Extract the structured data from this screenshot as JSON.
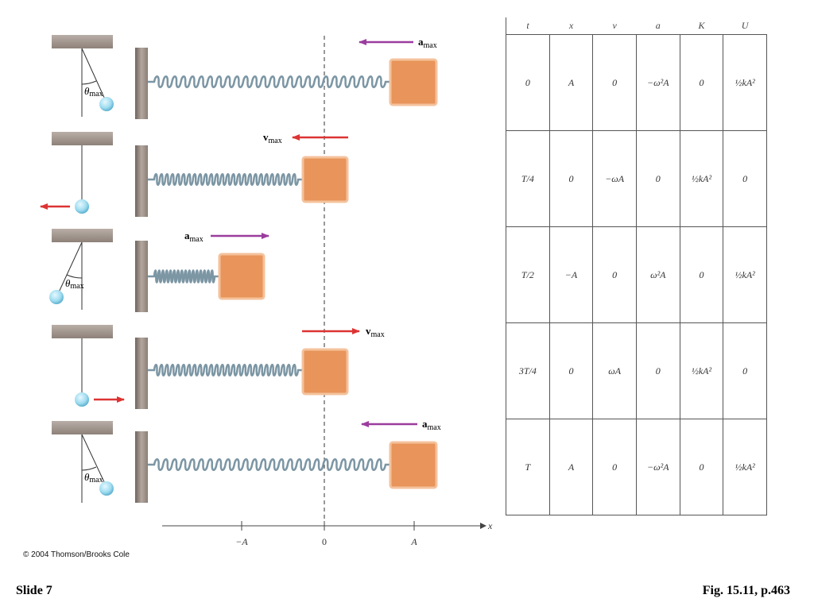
{
  "colors": {
    "block": "#e8945a",
    "block_highlight": "#f4c29c",
    "spring": "#7c96a4",
    "wall": "#9d8f86",
    "ceiling": "#a79a92",
    "bob": "#9fdcf0",
    "velocity_arrow": "#dd3333",
    "acceleration_arrow": "#9a3d9e"
  },
  "symbols": {
    "theta_max": "θmax",
    "theta": "θ",
    "max_sub": "max",
    "v": "v",
    "a": "a",
    "A": "A",
    "neg_A": "−A",
    "zero": "0",
    "x": "x"
  },
  "rows": [
    {
      "t": "0",
      "pendulum": "right",
      "bob_arrow": "",
      "mass_arrow": "a",
      "mass_arrow_dir": "left"
    },
    {
      "t": "T/4",
      "pendulum": "center",
      "bob_arrow": "left",
      "mass_arrow": "v",
      "mass_arrow_dir": "left"
    },
    {
      "t": "T/2",
      "pendulum": "left",
      "bob_arrow": "",
      "mass_arrow": "a",
      "mass_arrow_dir": "right"
    },
    {
      "t": "3T/4",
      "pendulum": "center",
      "bob_arrow": "right",
      "mass_arrow": "v",
      "mass_arrow_dir": "right"
    },
    {
      "t": "T",
      "pendulum": "right",
      "bob_arrow": "",
      "mass_arrow": "a",
      "mass_arrow_dir": "left"
    }
  ],
  "table": {
    "headers": [
      "t",
      "x",
      "v",
      "a",
      "K",
      "U"
    ],
    "rows": [
      [
        "0",
        "A",
        "0",
        "−ω²A",
        "0",
        "½kA²"
      ],
      [
        "T/4",
        "0",
        "−ωA",
        "0",
        "½kA²",
        "0"
      ],
      [
        "T/2",
        "−A",
        "0",
        "ω²A",
        "0",
        "½kA²"
      ],
      [
        "3T/4",
        "0",
        "ωA",
        "0",
        "½kA²",
        "0"
      ],
      [
        "T",
        "A",
        "0",
        "−ω²A",
        "0",
        "½kA²"
      ]
    ]
  },
  "copyright": "© 2004 Thomson/Brooks Cole",
  "slide_label": "Slide 7",
  "figure_ref": "Fig. 15.11, p.463"
}
